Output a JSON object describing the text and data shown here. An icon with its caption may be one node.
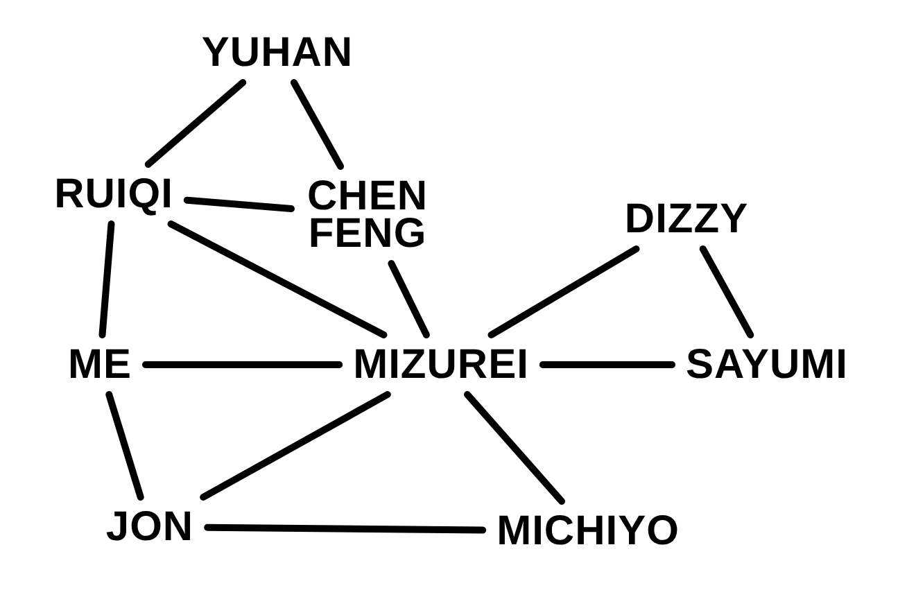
{
  "diagram": {
    "nodes": [
      {
        "text": [
          "YUHAN"
        ]
      },
      {
        "text": [
          "RUIQI"
        ]
      },
      {
        "text": [
          "CHEN FENG"
        ]
      },
      {
        "text": [
          "DIZZY"
        ]
      },
      {
        "text": [
          "ME"
        ]
      },
      {
        "text": [
          "MIZUREI"
        ]
      },
      {
        "text": [
          "SAYUMI"
        ]
      },
      {
        "text": [
          "JON"
        ]
      },
      {
        "text": [
          "MICHIYO"
        ]
      }
    ],
    "edges": [
      {
        "from": 0,
        "to": 1,
        "arrow": "none"
      },
      {
        "from": 0,
        "to": 2,
        "arrow": "none"
      },
      {
        "from": 1,
        "to": 2,
        "arrow": "none"
      },
      {
        "from": 1,
        "to": 4,
        "arrow": "none"
      },
      {
        "from": 1,
        "to": 5,
        "arrow": "none"
      },
      {
        "from": 2,
        "to": 5,
        "arrow": "none"
      },
      {
        "from": 3,
        "to": 5,
        "arrow": "none"
      },
      {
        "from": 3,
        "to": 6,
        "arrow": "none"
      },
      {
        "from": 4,
        "to": 5,
        "arrow": "none"
      },
      {
        "from": 5,
        "to": 6,
        "arrow": "none"
      },
      {
        "from": 4,
        "to": 7,
        "arrow": "none"
      },
      {
        "from": 5,
        "to": 7,
        "arrow": "none"
      },
      {
        "from": 5,
        "to": 8,
        "arrow": "none"
      },
      {
        "from": 7,
        "to": 8,
        "arrow": "none"
      }
    ]
  }
}
